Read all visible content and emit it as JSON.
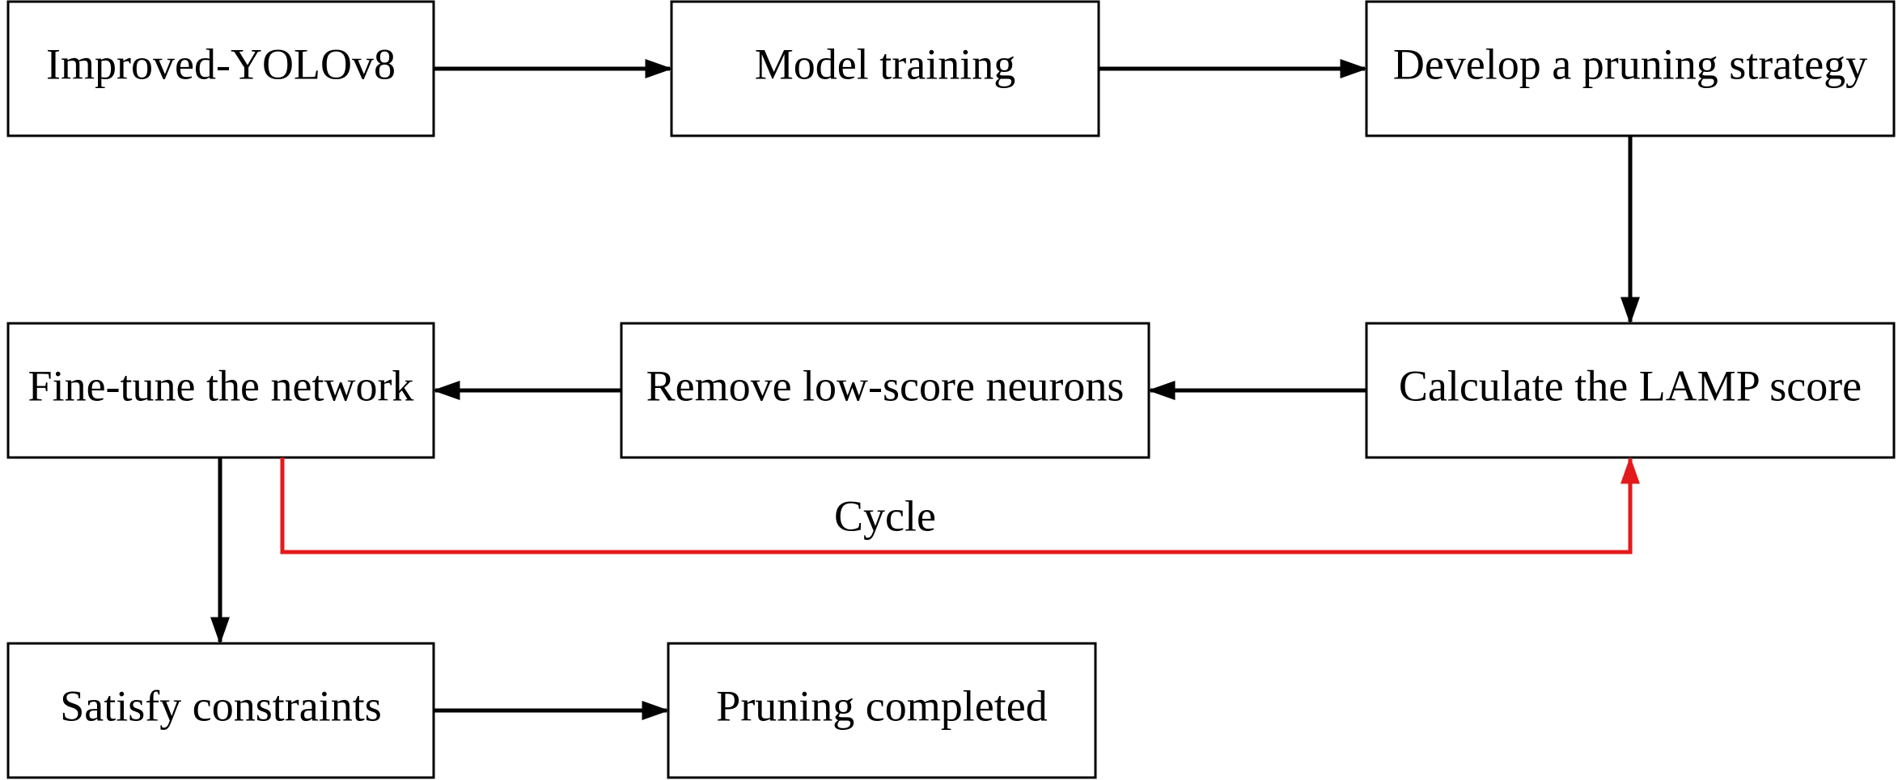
{
  "nodes": {
    "improved_yolov8": "Improved-YOLOv8",
    "model_training": "Model training",
    "develop_pruning_strategy": "Develop a pruning strategy",
    "calculate_lamp_score": "Calculate the LAMP score",
    "remove_low_score_neurons": "Remove low-score neurons",
    "fine_tune_network": "Fine-tune the network",
    "satisfy_constraints": "Satisfy constraints",
    "pruning_completed": "Pruning completed"
  },
  "cycle_label": "Cycle",
  "colors": {
    "arrow": "#000000",
    "cycle_arrow": "#e31a1c",
    "box_border": "#000000",
    "background": "#ffffff"
  }
}
